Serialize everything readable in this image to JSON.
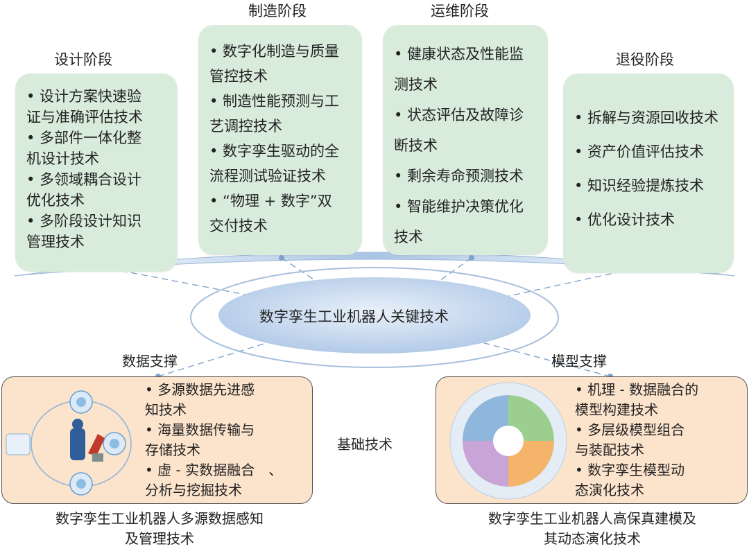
{
  "stages": {
    "design": {
      "label": "设计阶段",
      "items": [
        "设计方案快速验证与准确评估技术",
        "多部件一体化整机设计技术",
        "多领域耦合设计优化技术",
        "多阶段设计知识管理技术"
      ],
      "lines": [
        [
          "• 设计方案快速验",
          "证与准确评估技术"
        ],
        [
          "• 多部件一体化整",
          "机设计技术"
        ],
        [
          "• 多领域耦合设计",
          "优化技术"
        ],
        [
          "• 多阶段设计知识",
          "管理技术"
        ]
      ]
    },
    "manufacturing": {
      "label": "制造阶段",
      "lines": [
        [
          "• 数字化制造与质量",
          "管控技术"
        ],
        [
          "• 制造性能预测与工",
          "艺调控技术"
        ],
        [
          "• 数字孪生驱动的全",
          "流程测试验证技术"
        ],
        [
          "• “物理 + 数字”双",
          "交付技术"
        ]
      ]
    },
    "operation": {
      "label": "运维阶段",
      "lines": [
        [
          "• 健康状态及性能监",
          "测技术"
        ],
        [
          "• 状态评估及故障诊",
          "断技术"
        ],
        [
          "• 剩余寿命预测技术"
        ],
        [
          "• 智能维护决策优化",
          "技术"
        ]
      ]
    },
    "retirement": {
      "label": "退役阶段",
      "lines": [
        [
          "• 拆解与资源回收技术"
        ],
        [
          "• 资产价值评估技术"
        ],
        [
          "• 知识经验提炼技术"
        ],
        [
          "• 优化设计技术"
        ]
      ]
    }
  },
  "core": {
    "label": "数字孪生工业机器人关键技术"
  },
  "supports": {
    "data": "数据支撑",
    "model": "模型支撑",
    "foundation": "基础技术"
  },
  "data_box": {
    "lines": [
      "• 多源数据先进感",
      "知技术",
      "• 海量数据传输与",
      "存储技术",
      "• 虚 - 实数据融合　、",
      "分析与挖掘技术"
    ],
    "caption": [
      "数字孪生工业机器人多源数据感知",
      "及管理技术"
    ]
  },
  "model_box": {
    "lines": [
      "• 机理 - 数据融合的",
      "模型构建技术",
      "• 多层级模型组合",
      "与装配技术",
      "• 数字孪生模型动",
      "态演化技术"
    ],
    "caption": [
      "数字孪生工业机器人高保真建模及",
      "其动态演化技术"
    ]
  },
  "colors": {
    "card": "#d9ecdc",
    "ellipse": "#c6d8ee",
    "bottom": "#fbe3cc",
    "dash": "#7fa3c8"
  }
}
